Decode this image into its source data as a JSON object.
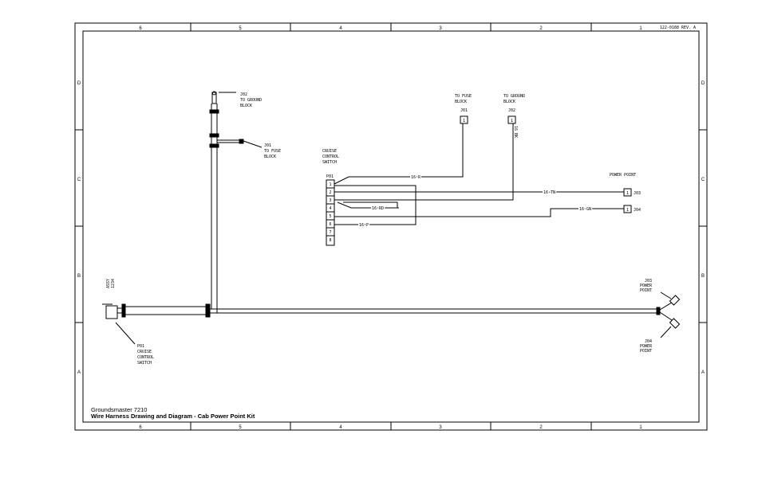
{
  "zones": {
    "columns": [
      "6",
      "5",
      "4",
      "3",
      "2",
      "1"
    ],
    "rows": [
      "D",
      "C",
      "B",
      "A"
    ]
  },
  "drawing_number": "122-0188 REV. A",
  "title_block": {
    "product": "Groundsmaster 7210",
    "title": "Wire Harness Drawing and Diagram - Cab Power Point Kit"
  },
  "harness": {
    "legend": [
      "ASSY",
      "1234"
    ],
    "connectors": {
      "j02": [
        "J02",
        "TO GROUND",
        "BLOCK"
      ],
      "j01": [
        "J01",
        "TO FUSE",
        "BLOCK"
      ],
      "p01": [
        "P01",
        "CRUISE",
        "CONTROL",
        "SWITCH"
      ],
      "j03": [
        "J03",
        "POWER",
        "POINT"
      ],
      "j04": [
        "J04",
        "POWER",
        "POINT"
      ]
    }
  },
  "schematic": {
    "fuse_block": [
      "TO FUSE",
      "BLOCK"
    ],
    "fuse_pin": "J01",
    "ground_block": [
      "TO GROUND",
      "BLOCK"
    ],
    "ground_pin": "J02",
    "switch_label": [
      "CRUISE",
      "CONTROL",
      "SWITCH"
    ],
    "switch_ref": "P01",
    "pins": [
      "1",
      "2",
      "3",
      "4",
      "5",
      "6",
      "7",
      "8"
    ],
    "wires": {
      "fuse_wire": "16 R",
      "ground_wire": "16 BK",
      "power_feed": "16 TN",
      "loop": "16 RD",
      "return": "16 P",
      "out2": "16 GN"
    },
    "power_point_title": "POWER POINT",
    "power_pins": [
      "J03",
      "J04"
    ],
    "plug_pin": "1"
  }
}
